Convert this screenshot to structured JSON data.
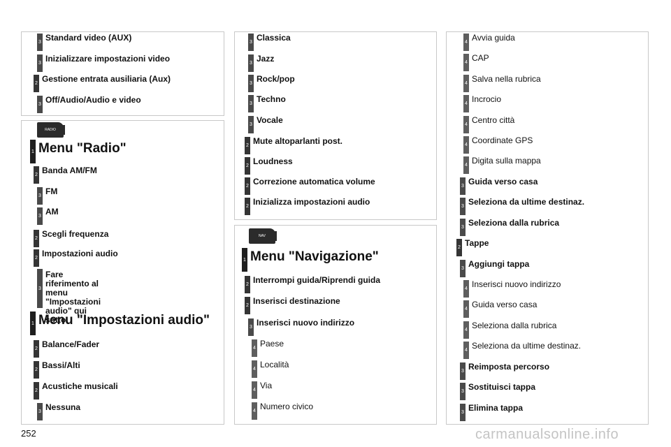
{
  "page_number": "252",
  "watermark": "carmanualsonline.info",
  "icons": {
    "radio": "RADIO",
    "nav": "NAV"
  },
  "col1": {
    "top": [
      {
        "level": "3",
        "label": "Standard video (AUX)"
      },
      {
        "level": "3",
        "label": "Inizializzare impostazioni video"
      },
      {
        "level": "2",
        "label": "Gestione entrata ausiliaria (Aux)"
      },
      {
        "level": "3",
        "label": "Off/Audio/Audio e video"
      }
    ],
    "radio": [
      {
        "level": "1",
        "label": "Menu \"Radio\""
      },
      {
        "level": "2",
        "label": "Banda AM/FM"
      },
      {
        "level": "3",
        "label": "FM"
      },
      {
        "level": "3",
        "label": "AM"
      },
      {
        "level": "2",
        "label": "Scegli frequenza"
      },
      {
        "level": "2",
        "label": "Impostazioni audio"
      },
      {
        "level": "3",
        "label": "Fare riferimento al menu \"Impostazioni\naudio\" qui sotto."
      },
      {
        "level": "1",
        "label": "Menu \"Impostazioni audio\""
      },
      {
        "level": "2",
        "label": "Balance/Fader"
      },
      {
        "level": "2",
        "label": "Bassi/Alti"
      },
      {
        "level": "2",
        "label": "Acustiche musicali"
      },
      {
        "level": "3",
        "label": "Nessuna"
      }
    ]
  },
  "col2": {
    "top": [
      {
        "level": "3",
        "label": "Classica"
      },
      {
        "level": "3",
        "label": "Jazz"
      },
      {
        "level": "3",
        "label": "Rock/pop"
      },
      {
        "level": "3",
        "label": "Techno"
      },
      {
        "level": "3",
        "label": "Vocale"
      },
      {
        "level": "2",
        "label": "Mute altoparlanti post."
      },
      {
        "level": "2",
        "label": "Loudness"
      },
      {
        "level": "2",
        "label": "Correzione automatica volume"
      },
      {
        "level": "2",
        "label": "Inizializza impostazioni audio"
      }
    ],
    "nav": [
      {
        "level": "1",
        "label": "Menu \"Navigazione\""
      },
      {
        "level": "2",
        "label": "Interrompi guida/Riprendi guida"
      },
      {
        "level": "2",
        "label": "Inserisci destinazione"
      },
      {
        "level": "3",
        "label": "Inserisci nuovo indirizzo"
      },
      {
        "level": "4",
        "label": "Paese"
      },
      {
        "level": "4",
        "label": "Località"
      },
      {
        "level": "4",
        "label": "Via"
      },
      {
        "level": "4",
        "label": "Numero civico"
      }
    ]
  },
  "col3": [
    {
      "level": "4",
      "label": "Avvia guida"
    },
    {
      "level": "4",
      "label": "CAP"
    },
    {
      "level": "4",
      "label": "Salva nella rubrica"
    },
    {
      "level": "4",
      "label": "Incrocio"
    },
    {
      "level": "4",
      "label": "Centro città"
    },
    {
      "level": "4",
      "label": "Coordinate GPS"
    },
    {
      "level": "4",
      "label": "Digita sulla mappa"
    },
    {
      "level": "3",
      "label": "Guida verso casa"
    },
    {
      "level": "3",
      "label": "Seleziona da ultime destinaz."
    },
    {
      "level": "3",
      "label": "Seleziona dalla rubrica"
    },
    {
      "level": "2",
      "label": "Tappe"
    },
    {
      "level": "3",
      "label": "Aggiungi tappa"
    },
    {
      "level": "4",
      "label": "Inserisci nuovo indirizzo"
    },
    {
      "level": "4",
      "label": "Guida verso casa"
    },
    {
      "level": "4",
      "label": "Seleziona dalla rubrica"
    },
    {
      "level": "4",
      "label": "Seleziona da ultime destinaz."
    },
    {
      "level": "3",
      "label": "Reimposta percorso"
    },
    {
      "level": "3",
      "label": "Sostituisci tappa"
    },
    {
      "level": "3",
      "label": "Elimina tappa"
    }
  ]
}
